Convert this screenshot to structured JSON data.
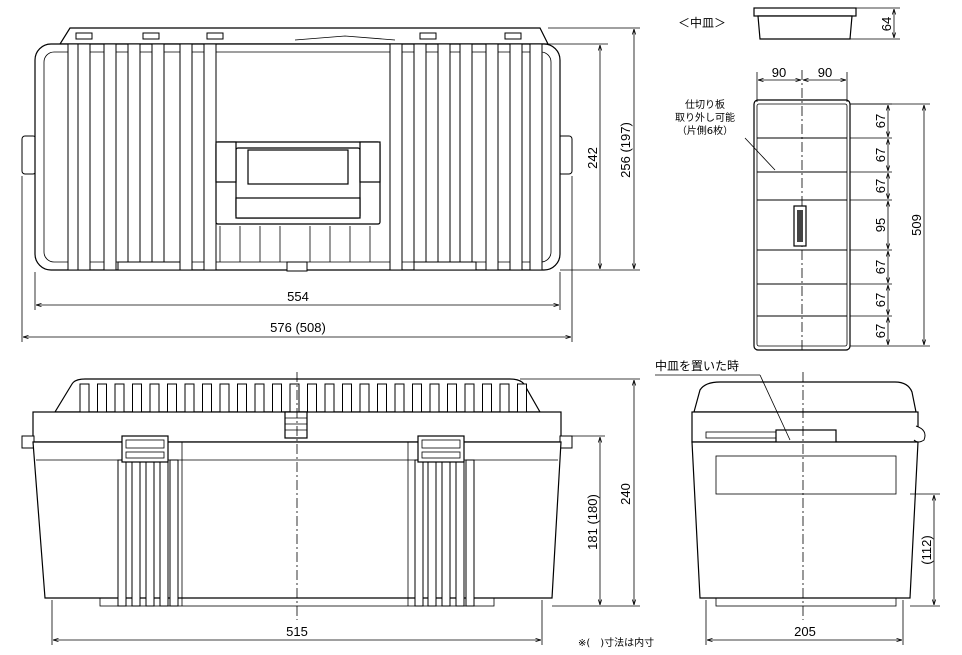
{
  "labels": {
    "tray_title": "＜中皿＞",
    "tray_height": "64",
    "divider_note_1": "仕切り板",
    "divider_note_2": "取り外し可能",
    "divider_note_3": "（片側6枚）",
    "tray_placed": "中皿を置いた時",
    "inner_note": "※(　)寸法は内寸"
  },
  "dimensions": {
    "top_inner_width": "554",
    "top_outer_width": "576 (508)",
    "top_height_inner": "242",
    "top_height_outer": "256 (197)",
    "tray_w_left": "90",
    "tray_w_right": "90",
    "tray_rows": [
      "67",
      "67",
      "67",
      "95",
      "67",
      "67",
      "67"
    ],
    "tray_length": "509",
    "front_width": "515",
    "front_height": "240",
    "front_body_height": "181 (180)",
    "side_width": "205",
    "side_inner_height": "(112)"
  }
}
